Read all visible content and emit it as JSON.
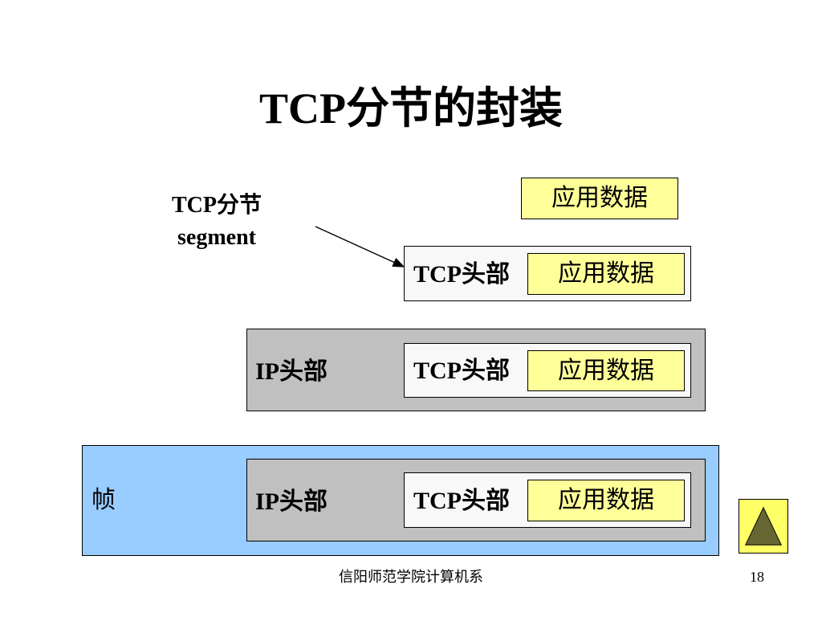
{
  "slide": {
    "title": "TCP分节的封装",
    "footer_text": "信阳师范学院计算机系",
    "page_number": "18"
  },
  "callout": {
    "line1": "TCP分节",
    "line2": "segment"
  },
  "diagram": {
    "app_data_label": "应用数据",
    "tcp_header_label": "TCP头部",
    "ip_header_label": "IP头部",
    "frame_label": "帧"
  },
  "colors": {
    "app_data_fill": "#ffff99",
    "tcp_segment_fill": "#f8f8f8",
    "ip_packet_fill": "#c0c0c0",
    "frame_fill": "#99ccff",
    "nav_button_fill": "#ffff66",
    "nav_triangle_fill": "#666633"
  },
  "icons": {
    "nav_button": "triangle-up-icon"
  }
}
